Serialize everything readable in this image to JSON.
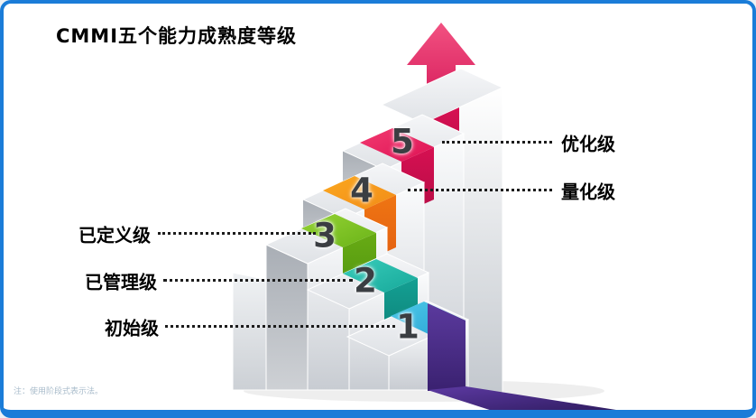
{
  "diagram": {
    "title": "CMMI五个能力成熟度等级",
    "note": "注：使用阶段式表示法。",
    "levels": [
      {
        "num": "1",
        "label": "初始级",
        "side": "left",
        "color": "#31b9e0"
      },
      {
        "num": "2",
        "label": "已管理级",
        "side": "left",
        "color": "#24b8a8"
      },
      {
        "num": "3",
        "label": "已定义级",
        "side": "left",
        "color": "#7dc122"
      },
      {
        "num": "4",
        "label": "量化级",
        "side": "right",
        "color": "#f6921e"
      },
      {
        "num": "5",
        "label": "优化级",
        "side": "right",
        "color": "#e4155c"
      }
    ],
    "icons": {
      "arrow": "up-arrow-icon"
    },
    "colors": {
      "frame_blue": "#1a7cd8",
      "ribbon_purple": "#3f2378",
      "arrow_red": "#e4155c"
    }
  }
}
